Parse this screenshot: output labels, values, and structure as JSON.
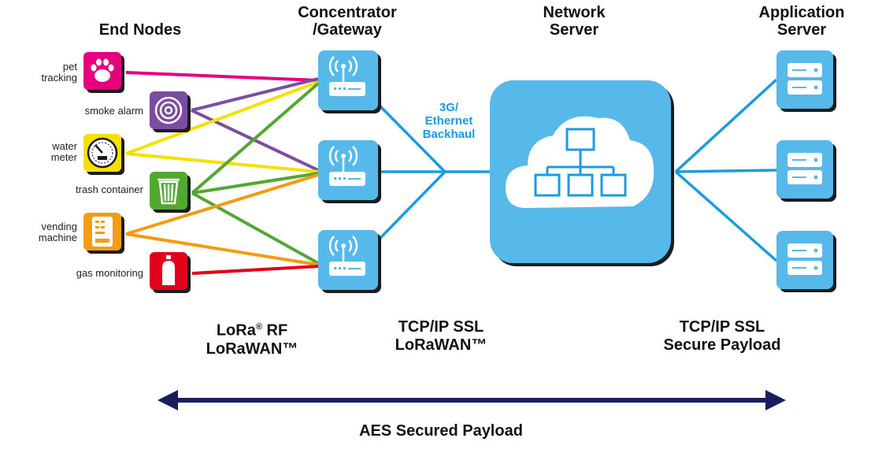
{
  "headers": {
    "end_nodes": "End Nodes",
    "gateway_line1": "Concentrator",
    "gateway_line2": "/Gateway",
    "network_line1": "Network",
    "network_line2": "Server",
    "app_line1": "Application",
    "app_line2": "Server"
  },
  "end_nodes": [
    {
      "label_line1": "pet",
      "label_line2": "tracking",
      "icon": "paw-icon",
      "color": "#e6007e"
    },
    {
      "label_line1": "smoke alarm",
      "label_line2": "",
      "icon": "smoke-detector-icon",
      "color": "#7c4e9f"
    },
    {
      "label_line1": "water",
      "label_line2": "meter",
      "icon": "meter-gauge-icon",
      "color": "#f5e000"
    },
    {
      "label_line1": "trash container",
      "label_line2": "",
      "icon": "trash-bin-icon",
      "color": "#52a832"
    },
    {
      "label_line1": "vending",
      "label_line2": "machine",
      "icon": "vending-machine-icon",
      "color": "#f39c12"
    },
    {
      "label_line1": "gas monitoring",
      "label_line2": "",
      "icon": "gas-cylinder-icon",
      "color": "#e2001a"
    }
  ],
  "backhaul": {
    "line1": "3G/",
    "line2": "Ethernet",
    "line3": "Backhaul"
  },
  "bottom_labels": {
    "rf_line1": "LoRa",
    "rf_reg": "®",
    "rf_line1_rest": " RF",
    "rf_line2": "LoRaWAN™",
    "tcp1_line1": "TCP/IP SSL",
    "tcp1_line2": "LoRaWAN™",
    "tcp2_line1": "TCP/IP SSL",
    "tcp2_line2": "Secure Payload"
  },
  "aes_label": "AES Secured Payload",
  "colors": {
    "accent_blue": "#56b9ea",
    "link_blue": "#1c9be0",
    "arrow_navy": "#1b1d5f"
  }
}
